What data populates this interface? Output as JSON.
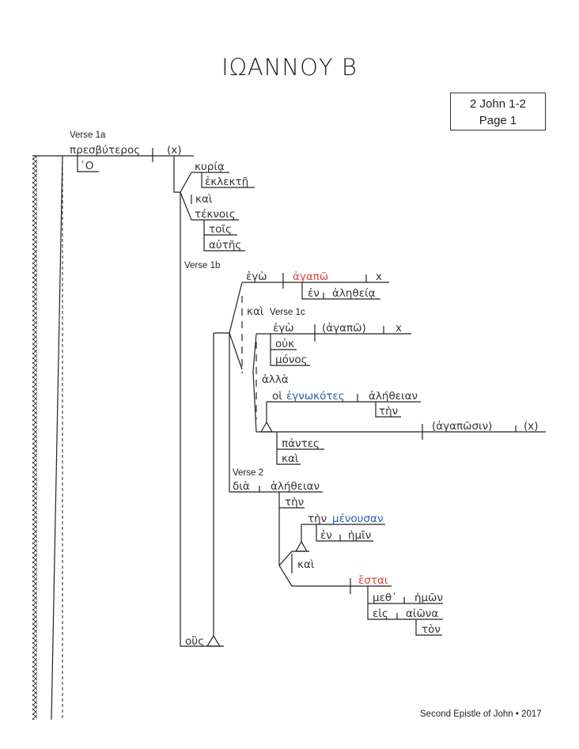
{
  "title": "ΙΩΑΝΝΟΥ Β",
  "reference": {
    "line1": "2 John 1-2",
    "line2": "Page 1"
  },
  "footer": "Second Epistle of John • 2017",
  "colors": {
    "verb": "#d9453a",
    "participle": "#2a5ea8",
    "text": "#333333"
  },
  "verse_labels": {
    "v1a": "Verse 1a",
    "v1b": "Verse 1b",
    "v1c": "Verse 1c",
    "v2": "Verse 2"
  },
  "words": {
    "presbyteros": "πρεσβύτερος",
    "x1": "(x)",
    "ho": "῾Ο",
    "kyria": "κυρίᾳ",
    "eklekte": "ἐκλεκτῇ",
    "kai1": "καὶ",
    "teknois": "τέκνοις",
    "tois": "τοῖς",
    "autes": "αὐτῆς",
    "ego1": "ἐγὼ",
    "agapo1": "ἀγαπῶ",
    "x2": "x",
    "en1": "ἐν",
    "aletheia": "ἀληθείᾳ",
    "kai2": "καὶ",
    "ego2": "ἐγὼ",
    "agapo2": "(ἀγαπῶ)",
    "x3": "x",
    "ouk": "οὐκ",
    "monos": "μόνος",
    "alla": "ἀλλὰ",
    "hoi": "οἱ",
    "egnokotes": "ἐγνωκότες",
    "aletheian1": "ἀλήθειαν",
    "ten1": "τὴν",
    "agaposin": "(ἀγαπῶσιν)",
    "x4": "(x)",
    "pantes": "πάντες",
    "kai3": "καὶ",
    "dia": "διὰ",
    "aletheian2": "ἀλήθειαν",
    "ten2": "τὴν",
    "ten3": "τὴν",
    "menousan": "μένουσαν",
    "en2": "ἐν",
    "hemin": "ἡμῖν",
    "kai4": "καὶ",
    "estai": "ἔσται",
    "meth": "μεθ᾽",
    "hemon": "ἡμῶν",
    "eis": "εἰς",
    "aiona": "αἰῶνα",
    "ton": "τὸν",
    "hous": "οὓς"
  }
}
